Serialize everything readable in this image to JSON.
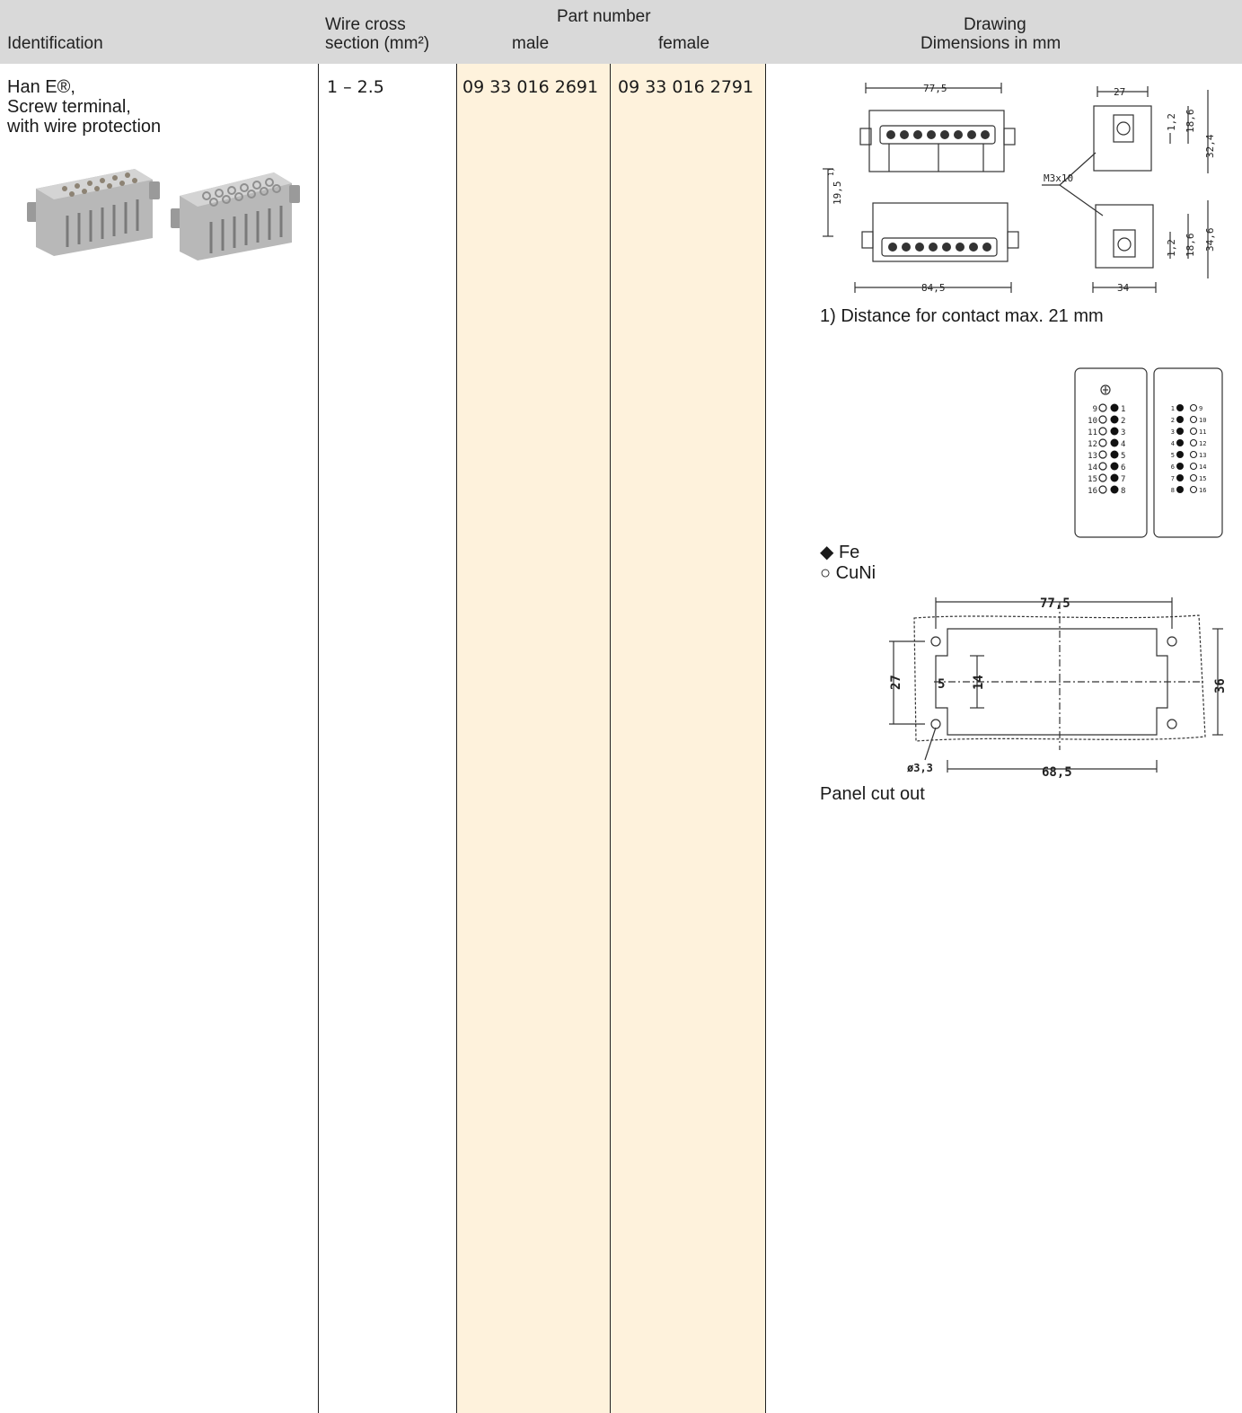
{
  "header": {
    "identification": "Identification",
    "wire_line1": "Wire cross",
    "wire_line2": "section (mm²)",
    "part_number": "Part number",
    "male": "male",
    "female": "female",
    "drawing": "Drawing",
    "dimensions": "Dimensions in mm"
  },
  "row": {
    "name_line1": "Han E®,",
    "name_line2": "Screw terminal,",
    "name_line3": "with wire protection",
    "wire_section": "1 – 2.5",
    "male_part": "09 33 016 2691",
    "female_part": "09 33 016 2791"
  },
  "drawing": {
    "dim_top_width": "77,5",
    "dim_side_width": "27",
    "dim_1_2_top": "1,2",
    "dim_18_6_top": "18,6",
    "dim_32_4": "32,4",
    "dim_19_5": "19,5",
    "dim_19_5_sup": "1)",
    "screw": "M3x10",
    "dim_1_2_bottom": "1,2",
    "dim_18_6_bottom": "18,6",
    "dim_34_6": "34,6",
    "dim_bottom_width": "84,5",
    "dim_side_bottom": "34",
    "footnote": "1) Distance for contact max. 21 mm",
    "pins_left": [
      "9",
      "10",
      "11",
      "12",
      "13",
      "14",
      "15",
      "16"
    ],
    "pins_right": [
      "1",
      "2",
      "3",
      "4",
      "5",
      "6",
      "7",
      "8"
    ],
    "legend_fe": "◆ Fe",
    "legend_cuni": "○ CuNi",
    "cut_77_5": "77,5",
    "cut_27": "27",
    "cut_5": "5",
    "cut_14": "14",
    "cut_36": "36",
    "cut_dia": "ø3,3",
    "cut_68_5": "68,5",
    "panel_label": "Panel cut out"
  }
}
